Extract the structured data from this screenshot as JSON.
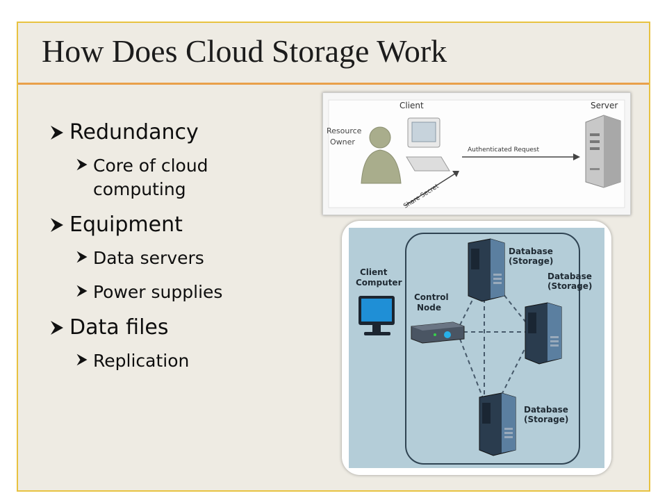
{
  "slide": {
    "title": "How Does Cloud Storage Work",
    "bullets": [
      {
        "label": "Redundancy",
        "children": [
          "Core of cloud computing"
        ]
      },
      {
        "label": "Equipment",
        "children": [
          "Data servers",
          "Power supplies"
        ]
      },
      {
        "label": "Data files",
        "children": [
          "Replication"
        ]
      }
    ]
  },
  "diagram1": {
    "client": "Client",
    "server": "Server",
    "resource_owner_line1": "Resource",
    "resource_owner_line2": "Owner",
    "authenticated_request": "Authenticated Request",
    "share_secret": "Share Secret"
  },
  "diagram2": {
    "client_computer_line1": "Client",
    "client_computer_line2": "Computer",
    "control_node_line1": "Control",
    "control_node_line2": "Node",
    "db_top_line1": "Database",
    "db_top_line2": "(Storage)",
    "db_right_line1": "Database",
    "db_right_line2": "(Storage)",
    "db_bottom_line1": "Database",
    "db_bottom_line2": "(Storage)"
  },
  "colors": {
    "slide_bg": "#eeebe3",
    "slide_border": "#e8c240",
    "title_rule": "#e9a04a",
    "diagram_bg": "#b4cdd8"
  }
}
